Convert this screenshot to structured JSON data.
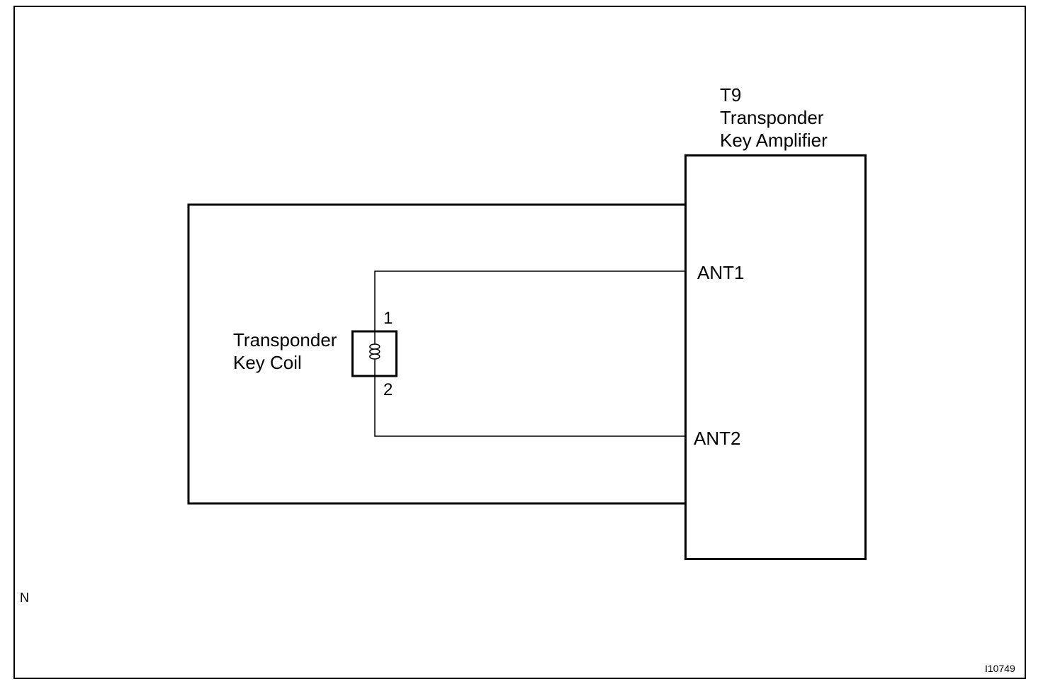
{
  "amplifier": {
    "code": "T9",
    "name_line1": "Transponder",
    "name_line2": "Key Amplifier",
    "pins": {
      "ant1": "ANT1",
      "ant2": "ANT2"
    }
  },
  "coil": {
    "name_line1": "Transponder",
    "name_line2": "Key Coil",
    "pin_top": "1",
    "pin_bottom": "2"
  },
  "corner_mark": "N",
  "figure_id": "I10749"
}
